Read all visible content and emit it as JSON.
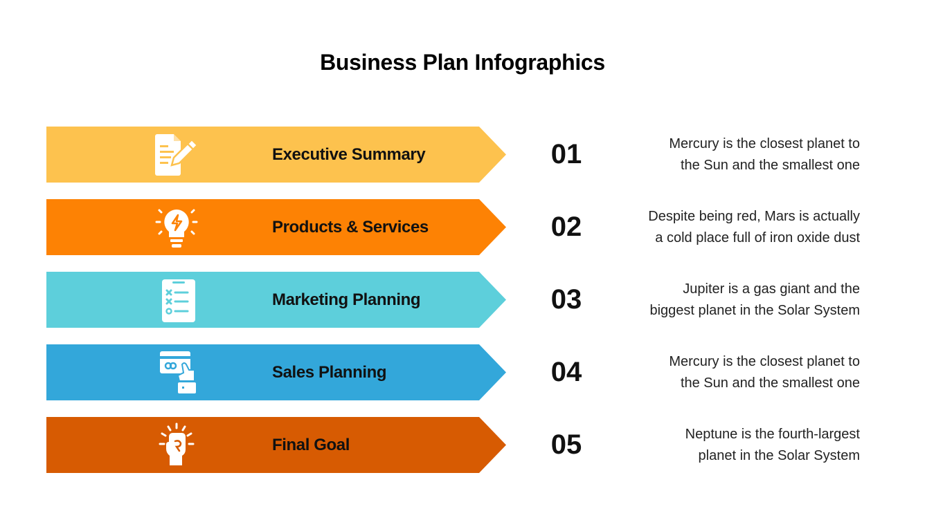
{
  "title": "Business Plan Infographics",
  "steps": [
    {
      "number": "01",
      "label": "Executive Summary",
      "icon": "document-edit-icon",
      "color": "#FDC24E",
      "description": [
        "Mercury is the closest planet to",
        "the Sun and the smallest one"
      ]
    },
    {
      "number": "02",
      "label": "Products & Services",
      "icon": "lightbulb-icon",
      "color": "#FD8204",
      "description": [
        "Despite being red, Mars is actually",
        "a cold place full of iron oxide dust"
      ]
    },
    {
      "number": "03",
      "label": "Marketing Planning",
      "icon": "checklist-clipboard-icon",
      "color": "#5DCFDB",
      "description": [
        "Jupiter is a gas giant and the",
        "biggest planet in the Solar System"
      ]
    },
    {
      "number": "04",
      "label": "Sales Planning",
      "icon": "card-payment-icon",
      "color": "#33A7DA",
      "description": [
        "Mercury is the closest planet to",
        "the Sun and the smallest one"
      ]
    },
    {
      "number": "05",
      "label": "Final Goal",
      "icon": "raised-fist-icon",
      "color": "#D75B02",
      "description": [
        "Neptune is the fourth-largest",
        "planet in the Solar System"
      ]
    }
  ]
}
